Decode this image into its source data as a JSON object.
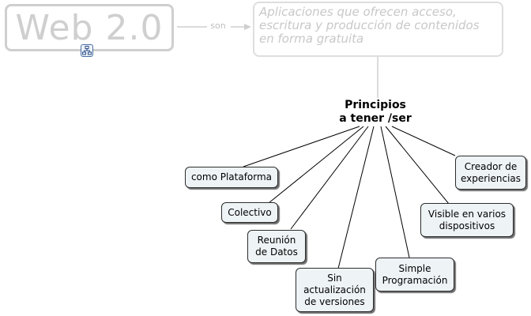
{
  "root": {
    "label": "Web 2.0"
  },
  "link": {
    "label": "son"
  },
  "definition": {
    "text": "Aplicaciones que ofrecen acceso, escritura y producción de contenidos en forma gratuita"
  },
  "center": {
    "label": "Principios\na tener /ser"
  },
  "concepts": [
    {
      "id": "plataforma",
      "label": "como Plataforma"
    },
    {
      "id": "colectivo",
      "label": "Colectivo"
    },
    {
      "id": "reunion",
      "label": "Reunión\nde Datos"
    },
    {
      "id": "sin-actualizacion",
      "label": "Sin\nactualización\nde versiones"
    },
    {
      "id": "simple",
      "label": "Simple\nProgramación"
    },
    {
      "id": "visible",
      "label": "Visible en varios\ndispositivos"
    },
    {
      "id": "creador",
      "label": "Creador de\nexperiencias"
    }
  ],
  "icons": {
    "submap": "concept-map-icon"
  },
  "colors": {
    "faded": "#cfcfcf",
    "node_fill": "#eef3f6",
    "node_border": "#2d2d2d",
    "line": "#000000"
  }
}
